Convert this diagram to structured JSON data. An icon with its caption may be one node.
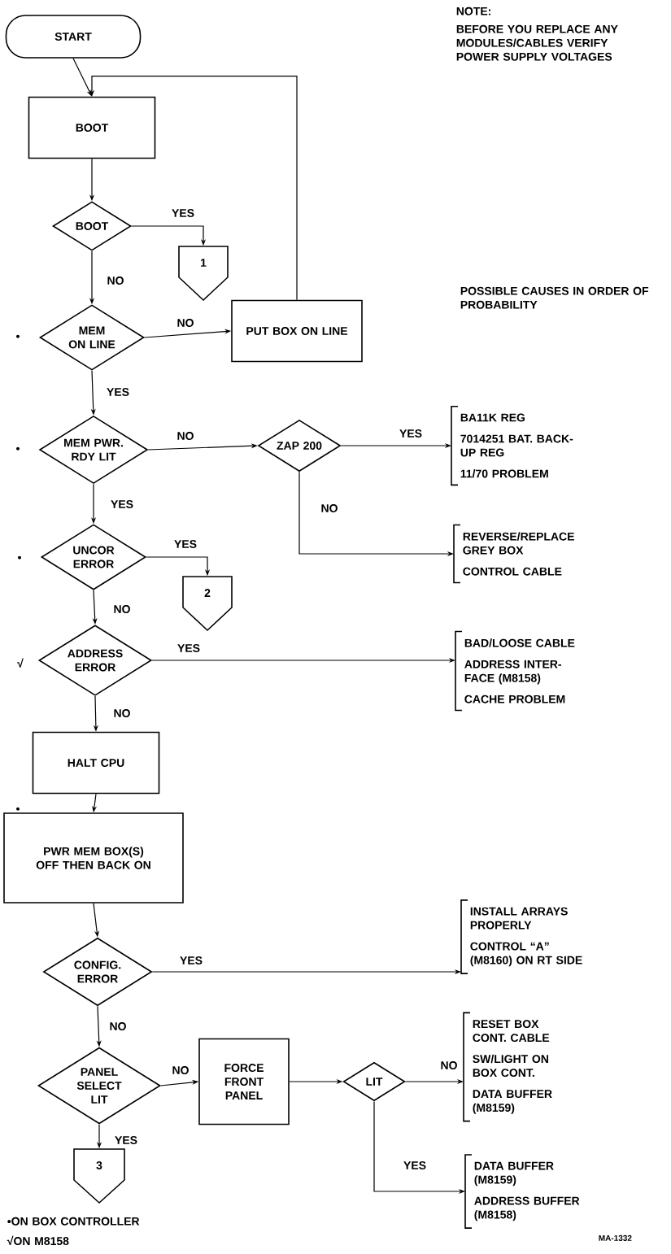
{
  "diagram": {
    "nodes": [
      {
        "text": [
          "START"
        ]
      },
      {
        "text": [
          "BOOT"
        ]
      },
      {
        "text": [
          "BOOT"
        ]
      },
      {
        "text": [
          "1"
        ]
      },
      {
        "text": [
          "MEM ON LINE"
        ],
        "beside": [
          "•"
        ]
      },
      {
        "text": [
          "PUT BOX ON LINE"
        ]
      },
      {
        "text": [
          "MEM PWR. RDY LIT"
        ],
        "beside": [
          "•"
        ]
      },
      {
        "text": [
          "ZAP 200"
        ]
      },
      {
        "text": [
          "BA11K REG",
          "7014251 BAT. BACK-UP REG",
          "11/70 PROBLEM"
        ]
      },
      {
        "text": [
          "REVERSE/REPLACE GREY BOX",
          "CONTROL CABLE"
        ]
      },
      {
        "text": [
          "UNCOR ERROR"
        ],
        "beside": [
          "•"
        ]
      },
      {
        "text": [
          "2"
        ]
      },
      {
        "text": [
          "ADDRESS ERROR"
        ],
        "beside": [
          "√"
        ]
      },
      {
        "text": [
          "BAD/LOOSE CABLE",
          "ADDRESS INTER- FACE (M8158)",
          "CACHE PROBLEM"
        ]
      },
      {
        "text": [
          "HALT CPU"
        ]
      },
      {
        "text": [
          "PWR MEM BOX(S) OFF THEN BACK ON"
        ],
        "beside": [
          "•"
        ]
      },
      {
        "text": [
          "CONFIG. ERROR"
        ]
      },
      {
        "text": [
          "INSTALL ARRAYS PROPERLY",
          "CONTROL “A” (M8160) ON RT SIDE"
        ]
      },
      {
        "text": [
          "PANEL SELECT LIT"
        ]
      },
      {
        "text": [
          "3"
        ]
      },
      {
        "text": [
          "FORCE FRONT PANEL"
        ]
      },
      {
        "text": [
          "LIT"
        ]
      },
      {
        "text": [
          "RESET BOX CONT. CABLE",
          "SW/LIGHT ON BOX CONT.",
          "DATA BUFFER (M8159)"
        ]
      },
      {
        "text": [
          "DATA BUFFER (M8159)",
          "ADDRESS BUFFER (M8158)"
        ]
      }
    ],
    "edges": [
      {
        "from": 0,
        "to": 1,
        "arrow": "to"
      },
      {
        "from": 1,
        "to": 2,
        "arrow": "to"
      },
      {
        "from": 2,
        "to": 3,
        "arrow": "to",
        "label": "YES"
      },
      {
        "from": 2,
        "to": 4,
        "arrow": "to",
        "label": "NO"
      },
      {
        "from": 4,
        "to": 5,
        "arrow": "to",
        "label": "NO"
      },
      {
        "from": 5,
        "to": 1,
        "arrow": "to"
      },
      {
        "from": 4,
        "to": 6,
        "arrow": "to",
        "label": "YES"
      },
      {
        "from": 6,
        "to": 7,
        "arrow": "to",
        "label": "NO"
      },
      {
        "from": 7,
        "to": 8,
        "arrow": "to",
        "label": "YES"
      },
      {
        "from": 7,
        "to": 9,
        "arrow": "to",
        "label": "NO"
      },
      {
        "from": 6,
        "to": 10,
        "arrow": "to",
        "label": "YES"
      },
      {
        "from": 10,
        "to": 11,
        "arrow": "to",
        "label": "YES"
      },
      {
        "from": 10,
        "to": 12,
        "arrow": "to",
        "label": "NO"
      },
      {
        "from": 12,
        "to": 13,
        "arrow": "to",
        "label": "YES"
      },
      {
        "from": 12,
        "to": 14,
        "arrow": "to",
        "label": "NO"
      },
      {
        "from": 14,
        "to": 15,
        "arrow": "to"
      },
      {
        "from": 15,
        "to": 16,
        "arrow": "to"
      },
      {
        "from": 16,
        "to": 17,
        "arrow": "to",
        "label": "YES"
      },
      {
        "from": 16,
        "to": 18,
        "arrow": "to",
        "label": "NO"
      },
      {
        "from": 18,
        "to": 19,
        "arrow": "to",
        "label": "YES"
      },
      {
        "from": 18,
        "to": 20,
        "arrow": "to",
        "label": "NO"
      },
      {
        "from": 20,
        "to": 21,
        "arrow": "to"
      },
      {
        "from": 21,
        "to": 22,
        "arrow": "to",
        "label": "NO"
      },
      {
        "from": 21,
        "to": 23,
        "arrow": "to",
        "label": "YES"
      }
    ],
    "labels": [
      "NOTE:",
      "BEFORE YOU REPLACE ANY MODULES/CABLES VERIFY POWER SUPPLY VOLTAGES",
      "POSSIBLE CAUSES IN ORDER OF PROBABILITY",
      "•ON BOX CONTROLLER",
      "√ON M8158",
      "MA-1332"
    ]
  }
}
